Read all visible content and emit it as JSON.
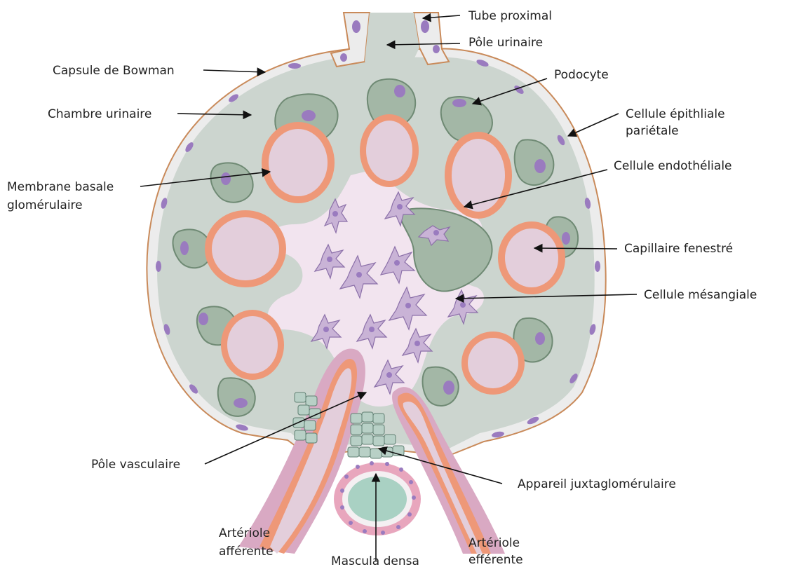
{
  "diagram": {
    "labels": {
      "tube_proximal": "Tube proximal",
      "pole_urinaire": "Pôle urinaire",
      "capsule_bowman": "Capsule de Bowman",
      "podocyte": "Podocyte",
      "chambre_urinaire": "Chambre urinaire",
      "cellule_epithliale_1": "Cellule épithliale",
      "cellule_epithliale_2": "pariétale",
      "cellule_endotheliale": "Cellule endothéliale",
      "membrane_basale_1": "Membrane basale",
      "membrane_basale_2": "glomérulaire",
      "capillaire_fenestre": "Capillaire fenestré",
      "cellule_mesangiale": "Cellule  mésangiale",
      "pole_vasculaire": "Pôle vasculaire",
      "appareil_juxta": "Appareil juxtaglomérulaire",
      "arteriole_afferente_1": "Artériole",
      "arteriole_afferente_2": "afférente",
      "arteriole_efferente_1": "Artériole",
      "arteriole_efferente_2": "efférente",
      "mascula_densa": "Mascula densa"
    },
    "colors": {
      "chamber": "#ccd5cf",
      "capsule_line": "#c98a5a",
      "capsule_fill": "#ececec",
      "podocyte": "#a3b7a6",
      "podocyte_edge": "#6f8a74",
      "basement": "#ee9878",
      "capillary": "#e3cedb",
      "mesangium": "#f2e4ef",
      "mesangial_cell": "#c9b3d6",
      "nucleus": "#9a7bbf",
      "arteriole_wall": "#d9a9c3",
      "macula_fill": "#a9d1c3",
      "macula_ring": "#e8a6bd",
      "jga_cell": "#b8d0c6"
    }
  }
}
